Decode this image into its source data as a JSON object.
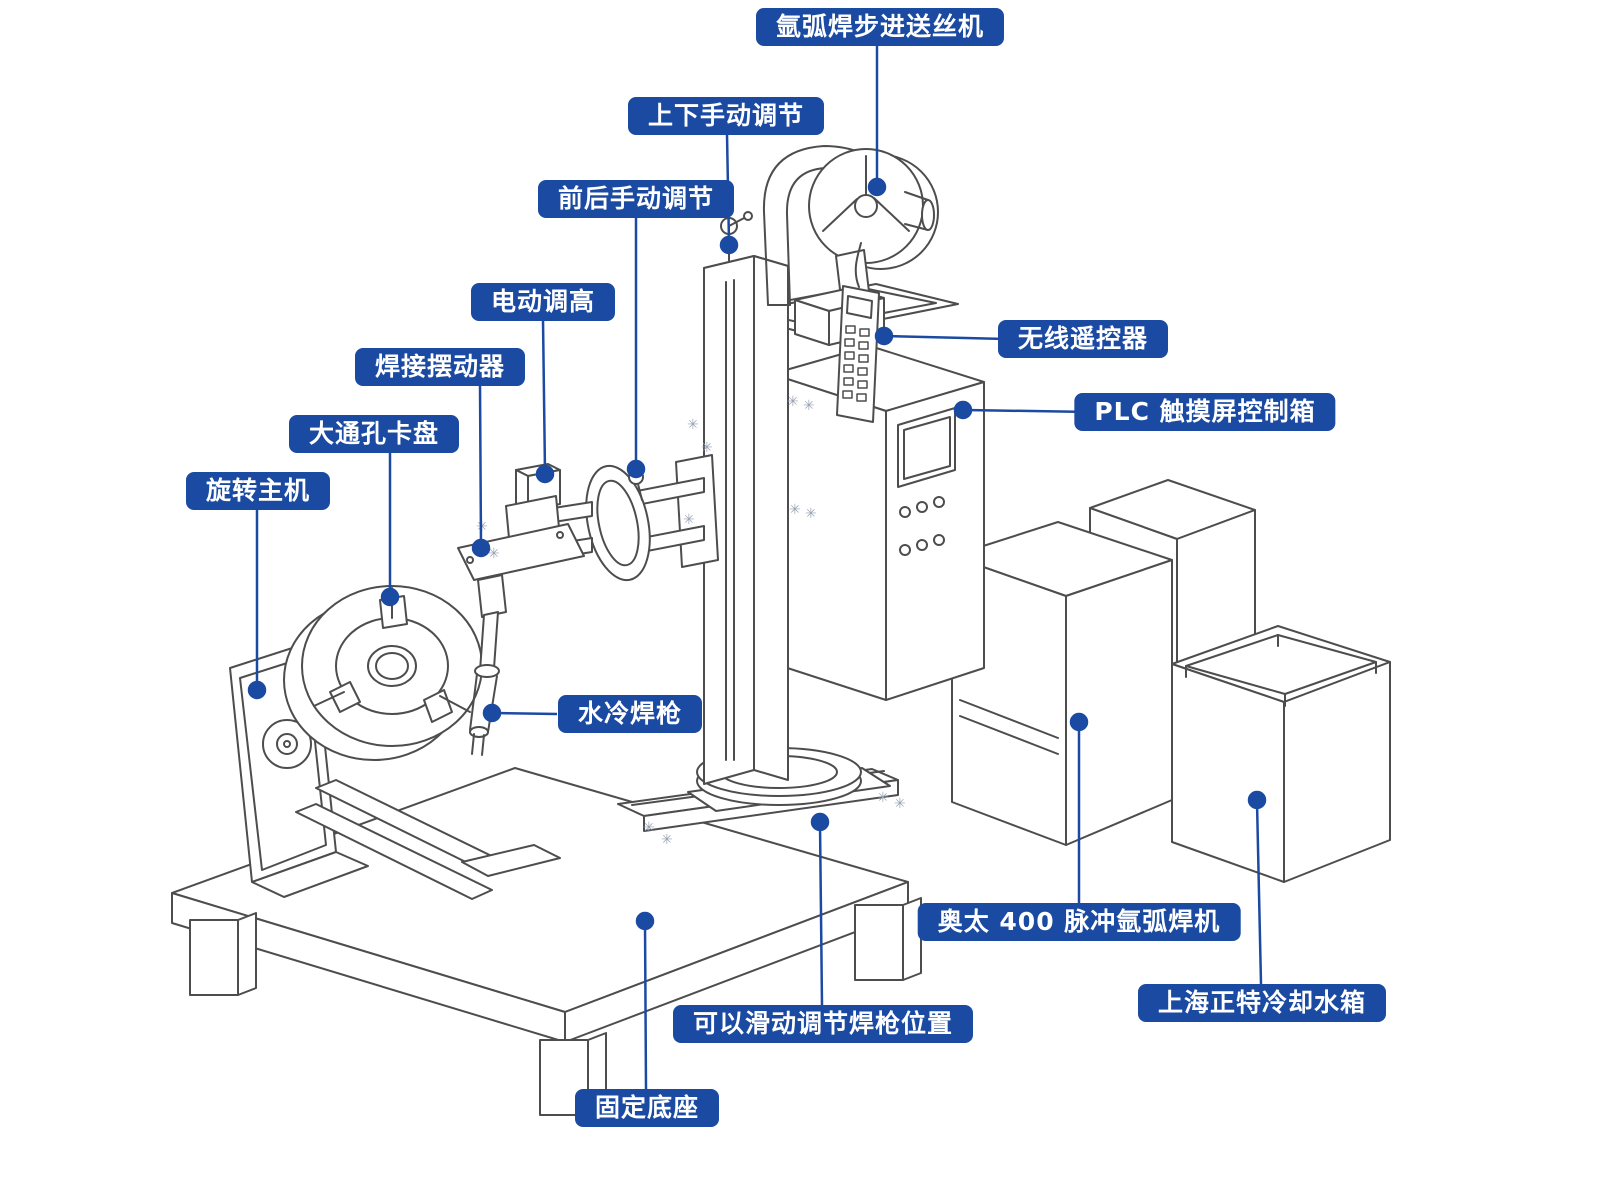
{
  "diagram": {
    "type": "annotated-technical-illustration",
    "subject": "automatic argon arc welding machine workstation",
    "labels": [
      {
        "id": "wire-feeder",
        "text": "氩弧焊步进送丝机"
      },
      {
        "id": "manual-updown",
        "text": "上下手动调节"
      },
      {
        "id": "manual-frontback",
        "text": "前后手动调节"
      },
      {
        "id": "electric-height",
        "text": "电动调高"
      },
      {
        "id": "oscillator",
        "text": "焊接摆动器"
      },
      {
        "id": "chuck",
        "text": "大通孔卡盘"
      },
      {
        "id": "rotary-host",
        "text": "旋转主机"
      },
      {
        "id": "wireless-remote",
        "text": "无线遥控器"
      },
      {
        "id": "plc-box",
        "text": "PLC 触摸屏控制箱"
      },
      {
        "id": "water-torch",
        "text": "水冷焊枪"
      },
      {
        "id": "welder",
        "text": "奥太 400 脉冲氩弧焊机"
      },
      {
        "id": "cooling-tank",
        "text": "上海正特冷却水箱"
      },
      {
        "id": "slide-adjust",
        "text": "可以滑动调节焊枪位置"
      },
      {
        "id": "fixed-base",
        "text": "固定底座"
      }
    ],
    "colors": {
      "label_background": "#1b4aa2",
      "label_text": "#ffffff",
      "leader_line": "#1b4aa2",
      "line_art": "#4d4d4d",
      "background": "#ffffff"
    }
  }
}
